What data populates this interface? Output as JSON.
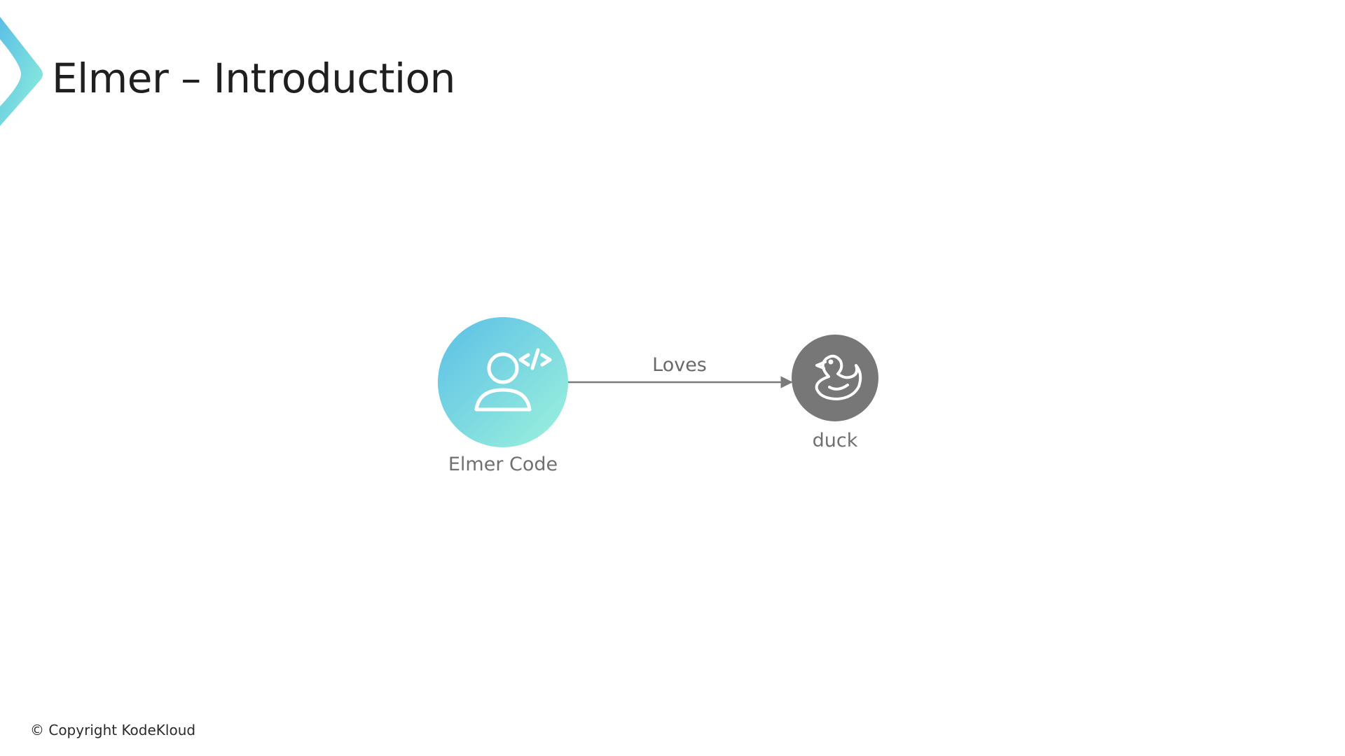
{
  "slide": {
    "title": "Elmer – Introduction",
    "copyright": "© Copyright KodeKloud"
  },
  "diagram": {
    "nodes": [
      {
        "id": "elmer",
        "label": "Elmer Code",
        "icon": "developer-icon",
        "color": "#5ec8e2"
      },
      {
        "id": "duck",
        "label": "duck",
        "icon": "duck-icon",
        "color": "#777777"
      }
    ],
    "edges": [
      {
        "from": "elmer",
        "to": "duck",
        "label": "Loves"
      }
    ]
  },
  "colors": {
    "accent_start": "#5bbfe6",
    "accent_end": "#8ff0da",
    "duck_node": "#777777",
    "arrow": "#7a7a7a"
  }
}
